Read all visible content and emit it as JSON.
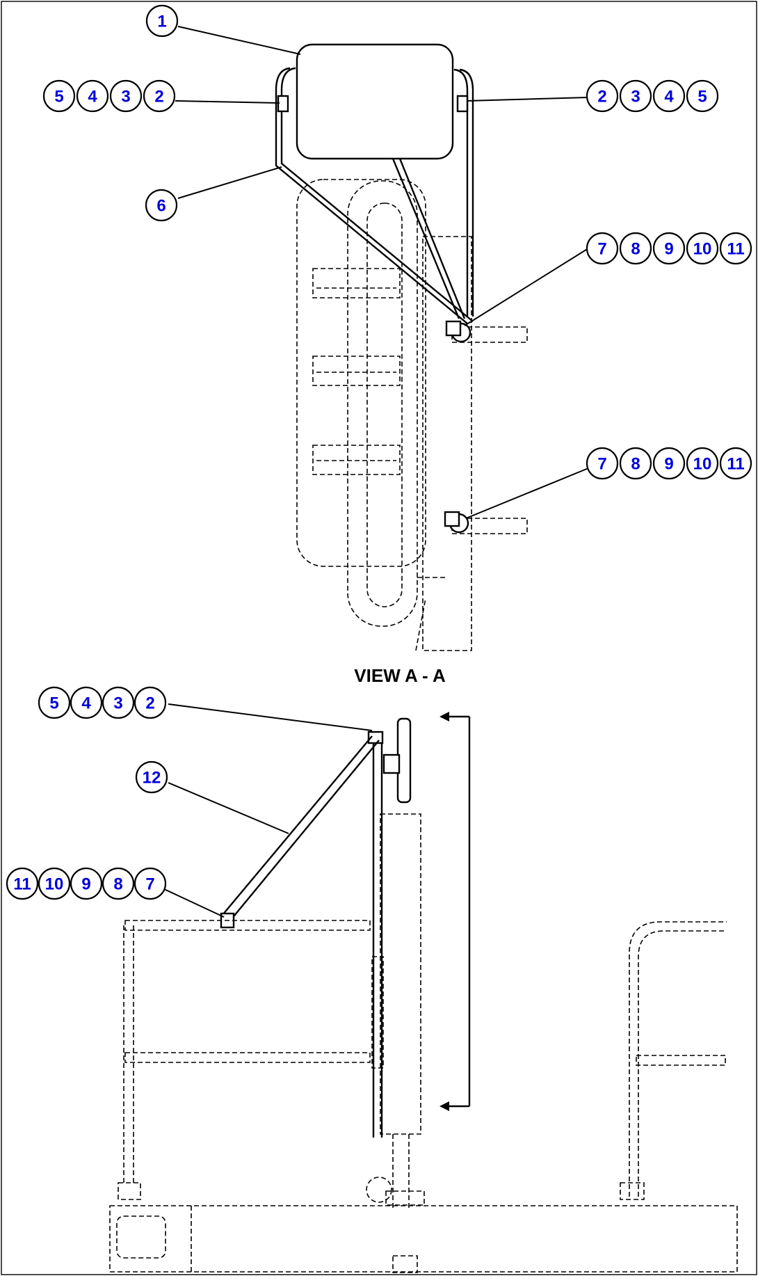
{
  "view_label": "VIEW A - A",
  "callouts": [
    {
      "id": "c-top-1",
      "items": [
        "1"
      ]
    },
    {
      "id": "c-top-left",
      "items": [
        "5",
        "4",
        "3",
        "2"
      ]
    },
    {
      "id": "c-top-right",
      "items": [
        "2",
        "3",
        "4",
        "5"
      ]
    },
    {
      "id": "c-top-6",
      "items": [
        "6"
      ]
    },
    {
      "id": "c-upper-mount",
      "items": [
        "7",
        "8",
        "9",
        "10",
        "11"
      ]
    },
    {
      "id": "c-lower-mount",
      "items": [
        "7",
        "8",
        "9",
        "10",
        "11"
      ]
    },
    {
      "id": "c-side-top",
      "items": [
        "5",
        "4",
        "3",
        "2"
      ]
    },
    {
      "id": "c-side-12",
      "items": [
        "12"
      ]
    },
    {
      "id": "c-side-bottom",
      "items": [
        "11",
        "10",
        "9",
        "8",
        "7"
      ]
    }
  ]
}
